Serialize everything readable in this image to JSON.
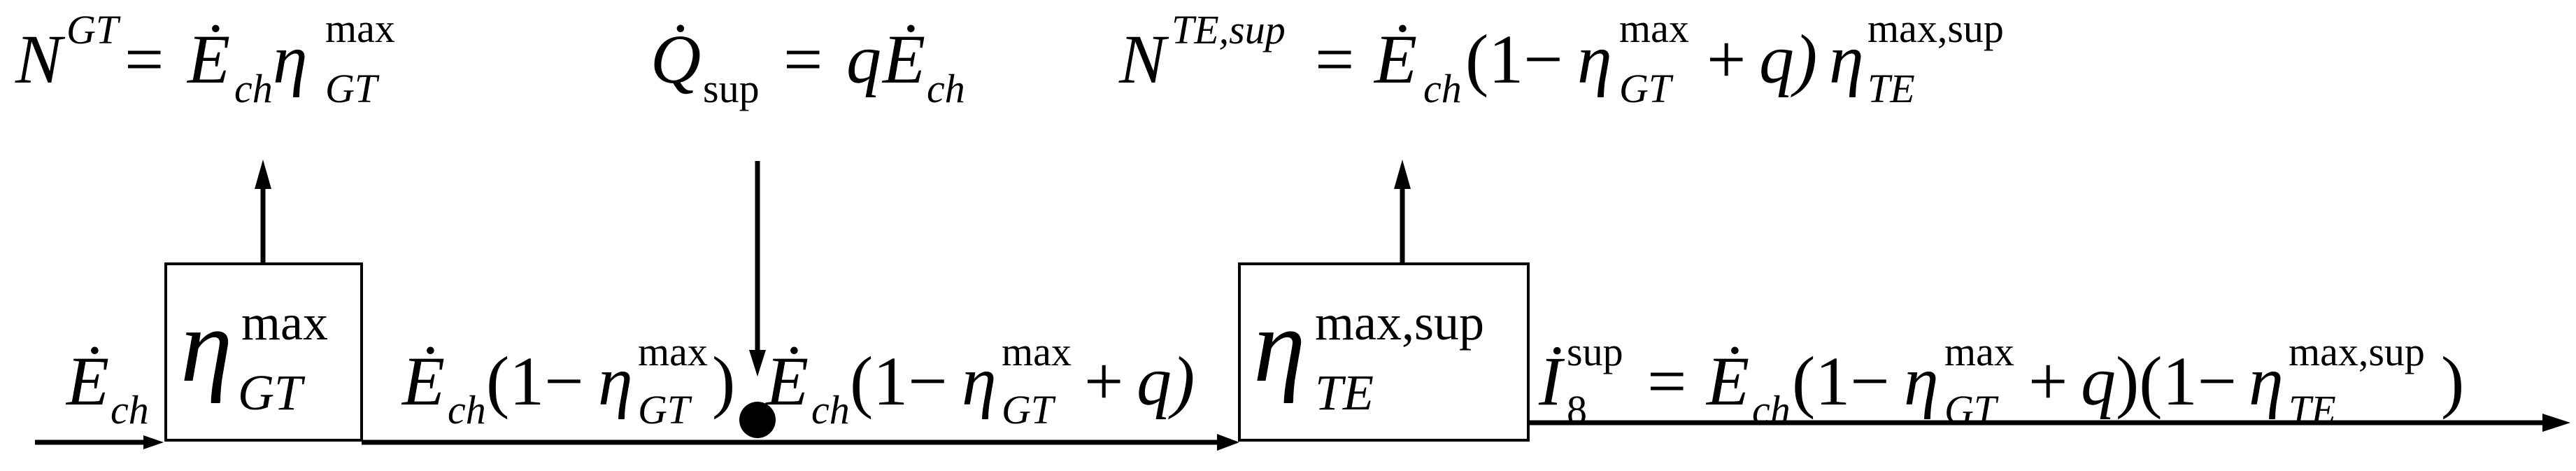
{
  "diagram": {
    "blocks": {
      "gas_turbine": {
        "symbol": "η",
        "sup": "max",
        "sub": "GT"
      },
      "turbo_expander": {
        "symbol": "η",
        "sup": "max,sup",
        "sub": "TE"
      }
    },
    "formulas": {
      "n_gt": "N^GT = Ė_ch η_GT^max",
      "q_sup": "Q̇_sup = q Ė_ch",
      "n_te": "N^TE,sup = Ė_ch (1 − η_GT^max + q) η_TE^max,sup",
      "input_flow": "Ė_ch",
      "after_gt": "Ė_ch (1 − η_GT^max)",
      "after_mix": "Ė_ch (1 − η_GT^max + q)",
      "exhaust": "İ_8^sup = Ė_ch (1 − η_GT^max + q)(1 − η_TE^max,sup)"
    },
    "glyphs": {
      "dot_E": "Ė",
      "dot_Q": "Q̇",
      "dot_I": "İ",
      "eta": "η",
      "minus": "−",
      "equals": "=",
      "plus": "+",
      "open_one_minus": "(1−",
      "close_paren": ")",
      "close_paren_paren": ")(1−",
      "q": "q",
      "q_close": "q)",
      "N": "N",
      "ch": "ch",
      "GT": "GT",
      "TE": "TE",
      "max": "max",
      "max_sup": "max,sup",
      "TE_sup": "TE,sup",
      "sup": "sup",
      "eight": "8"
    }
  }
}
